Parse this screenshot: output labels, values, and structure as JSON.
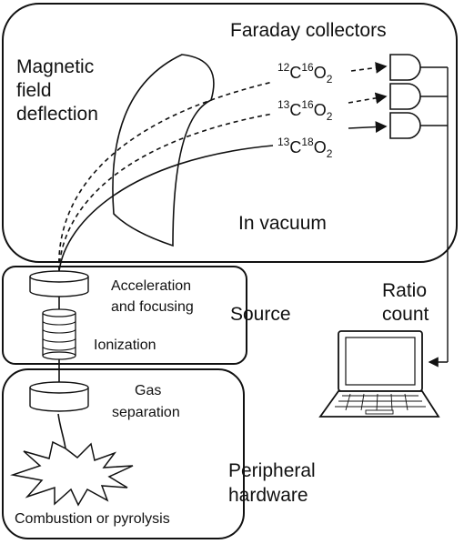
{
  "labels": {
    "faraday": "Faraday collectors",
    "magnetic_1": "Magnetic",
    "magnetic_2": "field",
    "magnetic_3": "deflection",
    "vacuum": "In vacuum",
    "accel_1": "Acceleration",
    "accel_2": "and focusing",
    "source": "Source",
    "ionization": "Ionization",
    "ratio_1": "Ratio",
    "ratio_2": "count",
    "gas_1": "Gas",
    "gas_2": "separation",
    "peripheral_1": "Peripheral",
    "peripheral_2": "hardware",
    "combustion": "Combustion or pyrolysis"
  },
  "isotopes": [
    {
      "sup1": "12",
      "el1": "C",
      "sup2": "16",
      "el2": "O",
      "sub": "2",
      "line": "dashed"
    },
    {
      "sup1": "13",
      "el1": "C",
      "sup2": "16",
      "el2": "O",
      "sub": "2",
      "line": "dashed"
    },
    {
      "sup1": "13",
      "el1": "C",
      "sup2": "18",
      "el2": "O",
      "sub": "2",
      "line": "solid"
    }
  ]
}
